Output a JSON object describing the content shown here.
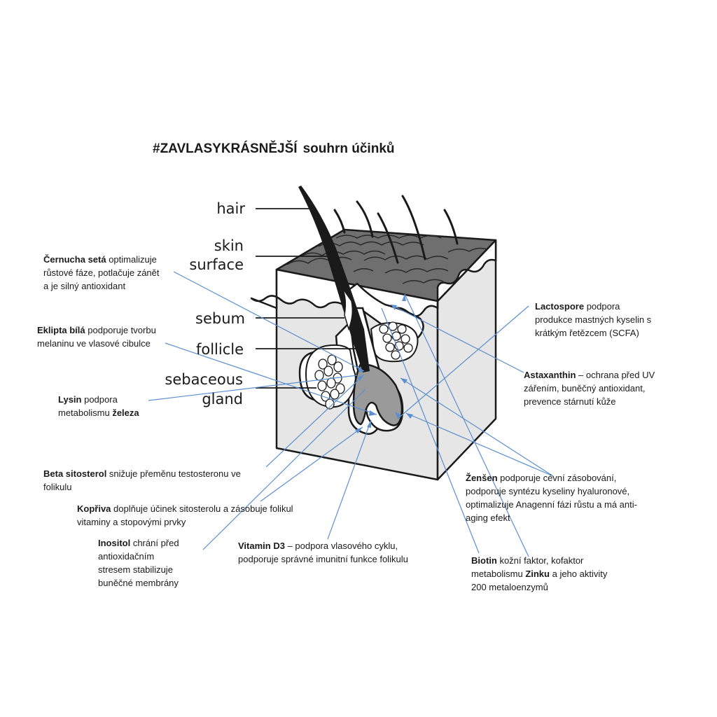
{
  "title": {
    "part1": "#ZAVLASYKRÁSNĚJŠÍ",
    "part2": "souhrn účinků"
  },
  "structures": {
    "hair": "hair",
    "skin1": "skin",
    "skin2": "surface",
    "sebum": "sebum",
    "follicle": "follicle",
    "gland1": "sebaceous",
    "gland2": "gland"
  },
  "annotations": {
    "cernucha": {
      "bold": "Černucha setá",
      "rest": " optimalizuje",
      "l2": "růstové fáze, potlačuje zánět",
      "l3": "a je silný antioxidant"
    },
    "eklipta": {
      "bold": "Eklipta bílá",
      "rest": " podporuje tvorbu",
      "l2": "melaninu ve vlasové cibulce"
    },
    "lysin": {
      "bold": "Lysin",
      "rest": " podpora",
      "l2a": "metabolismu ",
      "l2b": "železa"
    },
    "beta": {
      "bold": "Beta sitosterol",
      "rest": " snižuje přeměnu testosteronu ve",
      "l2": "folikulu"
    },
    "kopriva": {
      "bold": "Kopřiva",
      "rest": " doplňuje účinek sitosterolu a zásobuje folikul",
      "l2": "vitaminy a stopovými  prvky"
    },
    "inositol": {
      "bold": "Inositol",
      "rest": " chrání před",
      "l2": "antioxidačním",
      "l3": "stresem stabilizuje",
      "l4": "buněčné membrány"
    },
    "vitd3": {
      "bold": "Vitamin D3",
      "rest": " – podpora  vlasového cyklu,",
      "l2": "podporuje  správné imunitní funkce folikulu"
    },
    "lactospore": {
      "bold": "Lactospore",
      "rest": " podpora",
      "l2": "produkce  mastných kyselin s",
      "l3": "krátkým řetězcem (SCFA)"
    },
    "astaxanthin": {
      "bold": "Astaxanthin",
      "rest": " – ochrana před UV",
      "l2": "zářením,  buněčný antioxidant,",
      "l3": "prevence stárnutí kůže"
    },
    "zensen": {
      "bold": "Ženšen",
      "rest": " podporuje  cévní zásobování,",
      "l2": "podporuje  syntézu  kyseliny hyaluronové,",
      "l3": "optimalizuje Anagenní fázi růstu a má anti-",
      "l4": "aging efekt"
    },
    "biotin": {
      "bold": "Biotin",
      "rest": " kožní faktor, kofaktor",
      "l2a": "metabolismu ",
      "l2b": "Zinku",
      "l2c": " a jeho  aktivity",
      "l3": "200 metaloenzymů"
    }
  },
  "colors": {
    "pointer": "#5b8fd0",
    "skin_top": "#6f6f6f",
    "skin_face": "#e6e6e6",
    "gland_fill": "#9a9a9a",
    "outline": "#1a1a1a"
  }
}
